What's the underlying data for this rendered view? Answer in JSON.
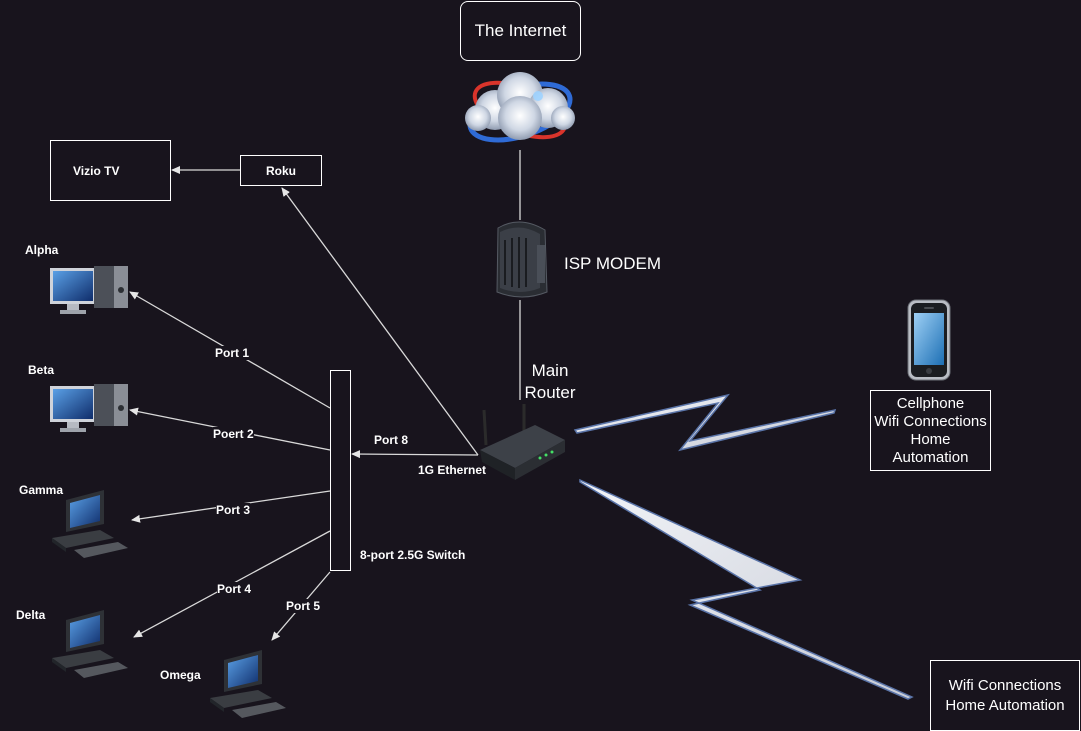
{
  "internet": {
    "label": "The Internet"
  },
  "modem": {
    "label": "ISP MODEM"
  },
  "router": {
    "label": "Main\nRouter"
  },
  "tv": {
    "label": "Vizio TV"
  },
  "roku": {
    "label": "Roku"
  },
  "switch": {
    "label": "8-port 2.5G Switch"
  },
  "ethernet": {
    "label": "1G Ethernet"
  },
  "ports": {
    "p1": "Port 1",
    "p2": "Poert 2",
    "p3": "Port 3",
    "p4": "Port 4",
    "p5": "Port 5",
    "p8": "Port 8"
  },
  "computers": {
    "alpha": "Alpha",
    "beta": "Beta",
    "gamma": "Gamma",
    "delta": "Delta",
    "omega": "Omega"
  },
  "cellphone": {
    "label": "Cellphone\nWifi Connections\nHome\nAutomation"
  },
  "wifi_box": {
    "label": "Wifi Connections\nHome Automation"
  }
}
